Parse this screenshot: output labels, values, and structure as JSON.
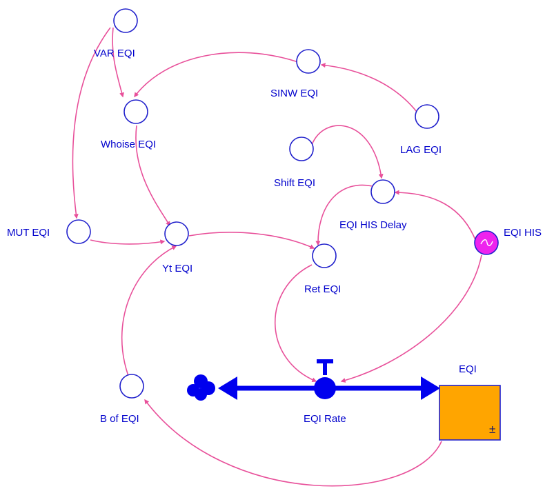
{
  "diagram": {
    "colors": {
      "node_stroke": "#2020cc",
      "label_text": "#0000cc",
      "link": "#e8509a",
      "flow": "#0000ee",
      "stock_fill": "#ffa500",
      "ghost_fill": "#ee22ee"
    },
    "nodes": {
      "var_eqi": "VAR EQI",
      "whoise_eqi": "Whoise EQI",
      "sinw_eqi": "SINW EQI",
      "lag_eqi": "LAG EQI",
      "shift_eqi": "Shift EQI",
      "eqi_his_delay": "EQI HIS Delay",
      "eqi_his": "EQI HIS",
      "mut_eqi": "MUT EQI",
      "yt_eqi": "Yt EQI",
      "ret_eqi": "Ret EQI",
      "b_of_eqi": "B of EQI",
      "eqi_rate": "EQI Rate",
      "eqi": "EQI"
    },
    "stock_symbol": "±",
    "icons": {
      "cloud": "cloud-icon",
      "valve": "valve-icon",
      "graph_function": "graph-function-icon"
    }
  }
}
